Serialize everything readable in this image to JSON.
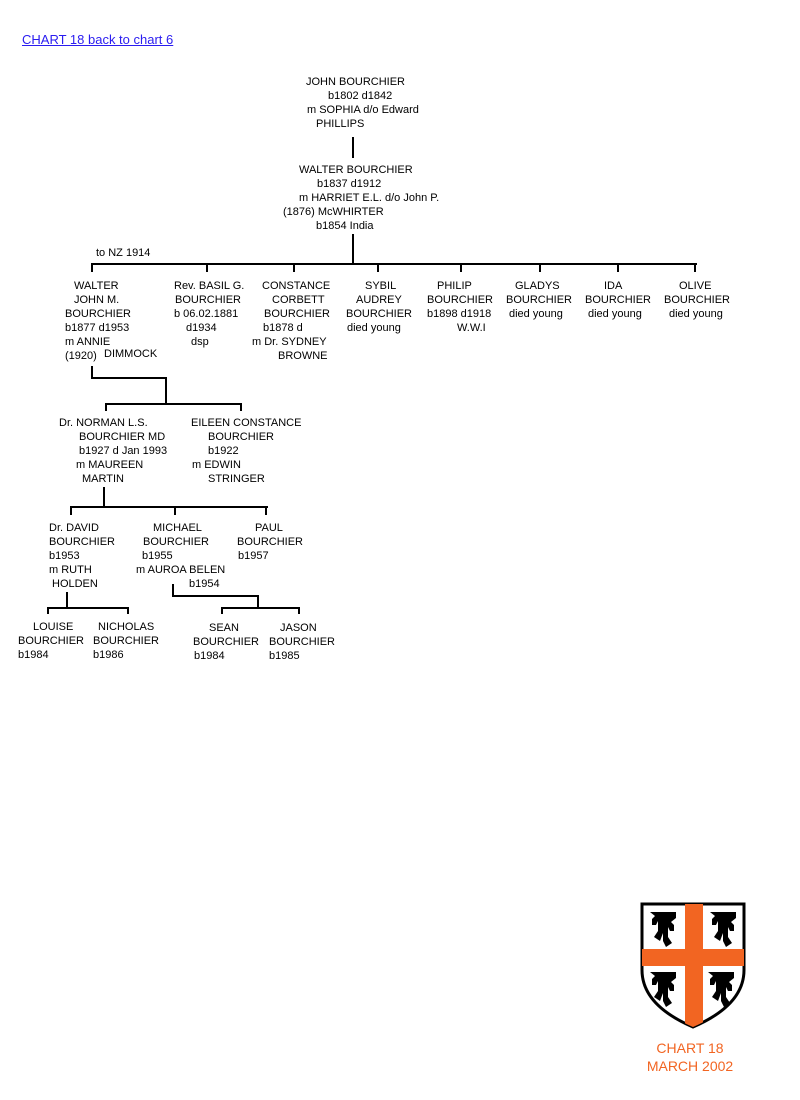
{
  "nav": {
    "back_link": "CHART 18 back to chart 6"
  },
  "gen1": {
    "john": [
      "JOHN BOURCHIER",
      "b1802 d1842",
      "m SOPHIA d/o Edward",
      "PHILLIPS"
    ]
  },
  "gen2": {
    "walter": [
      "WALTER BOURCHIER",
      "b1837 d1912",
      "m HARRIET E.L. d/o John P.",
      "(1876) McWHIRTER",
      "b1854 India"
    ]
  },
  "gen3": {
    "note": "to NZ 1914",
    "walter_john": [
      "WALTER",
      "JOHN M.",
      "BOURCHIER",
      "b1877 d1953",
      "m ANNIE",
      "(1920)",
      "DIMMOCK"
    ],
    "basil": [
      "Rev. BASIL G.",
      "BOURCHIER",
      "b 06.02.1881",
      "d1934",
      "dsp"
    ],
    "constance": [
      "CONSTANCE",
      "CORBETT",
      "BOURCHIER",
      "b1878 d",
      "m Dr. SYDNEY",
      "BROWNE"
    ],
    "sybil": [
      "SYBIL",
      "AUDREY",
      "BOURCHIER",
      "died young"
    ],
    "philip": [
      "PHILIP",
      "BOURCHIER",
      "b1898 d1918",
      "W.W.I"
    ],
    "gladys": [
      "GLADYS",
      "BOURCHIER",
      "died young"
    ],
    "ida": [
      "IDA",
      "BOURCHIER",
      "died young"
    ],
    "olive": [
      "OLIVE",
      "BOURCHIER",
      "died young"
    ]
  },
  "gen4": {
    "norman": [
      "Dr. NORMAN L.S.",
      "BOURCHIER MD",
      "b1927 d Jan 1993",
      "m MAUREEN",
      "MARTIN"
    ],
    "eileen": [
      "EILEEN CONSTANCE",
      "BOURCHIER",
      "b1922",
      "m EDWIN",
      "STRINGER"
    ]
  },
  "gen5": {
    "david": [
      "Dr. DAVID",
      "BOURCHIER",
      "b1953",
      "m RUTH",
      "HOLDEN"
    ],
    "michael": [
      "MICHAEL",
      "BOURCHIER",
      "b1955",
      "m AUROA BELEN",
      "b1954"
    ],
    "paul": [
      "PAUL",
      "BOURCHIER",
      "b1957"
    ]
  },
  "gen6": {
    "louise": [
      "LOUISE",
      "BOURCHIER",
      "b1984"
    ],
    "nicholas": [
      "NICHOLAS",
      "BOURCHIER",
      "b1986"
    ],
    "sean": [
      "SEAN",
      "BOURCHIER",
      "b1984"
    ],
    "jason": [
      "JASON",
      "BOURCHIER",
      "b1985"
    ]
  },
  "footer": {
    "chart_label": "CHART 18",
    "date": "MARCH 2002"
  },
  "colors": {
    "link": "#2a1cf0",
    "accent": "#f26522"
  }
}
